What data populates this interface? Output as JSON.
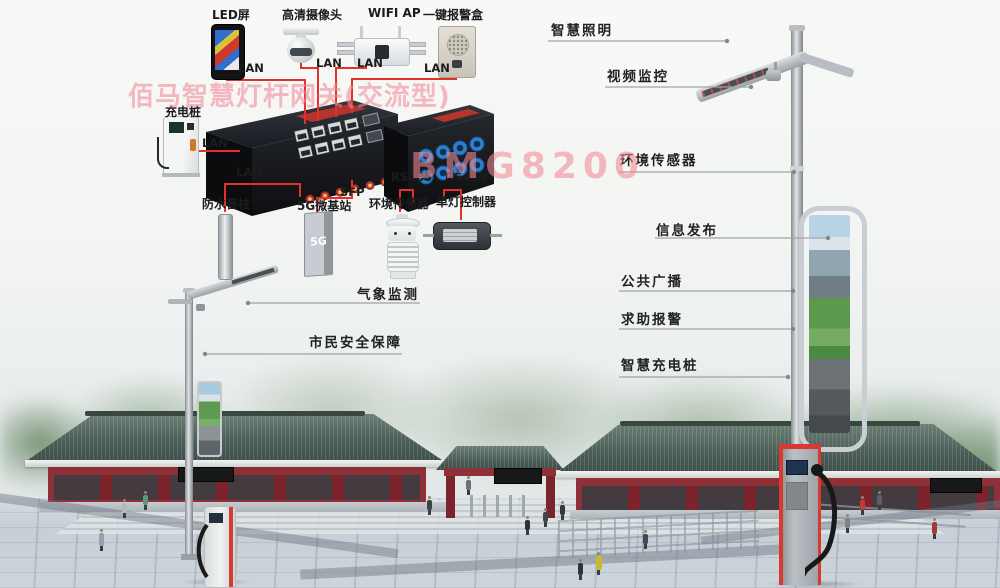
{
  "watermark": {
    "title": "佰马智慧灯杆网关(交流型)",
    "model": "BMG8200"
  },
  "devices": {
    "led_screen": "LED屏",
    "hd_camera": "高清摄像头",
    "wifi_ap": "WIFI AP",
    "alarm_box": "一键报警盒",
    "charging_pile": "充电桩",
    "speaker": "防水音柱",
    "base_station": "5G微基站",
    "base_station_logo": "5G",
    "env_sensor": "环境传感器",
    "lamp_controller": "单灯控制器"
  },
  "ports": {
    "lan": [
      "LAN",
      "LAN",
      "LAN",
      "LAN",
      "LAN",
      "LAN"
    ],
    "sfp": "SFP",
    "rs485": [
      "RS485",
      "RS485"
    ]
  },
  "right_pole_features": [
    {
      "label": "智慧照明"
    },
    {
      "label": "视频监控"
    },
    {
      "label": "环境传感器"
    },
    {
      "label": "信息发布"
    },
    {
      "label": "公共广播"
    },
    {
      "label": "求助报警"
    },
    {
      "label": "智慧充电桩"
    }
  ],
  "left_pole_features": [
    {
      "label": "气象监测"
    },
    {
      "label": "市民安全保障"
    }
  ],
  "colors": {
    "connection_red": "#e0312a",
    "callout_gray": "#9fa3a5",
    "watermark_pink": "#f28a95"
  }
}
